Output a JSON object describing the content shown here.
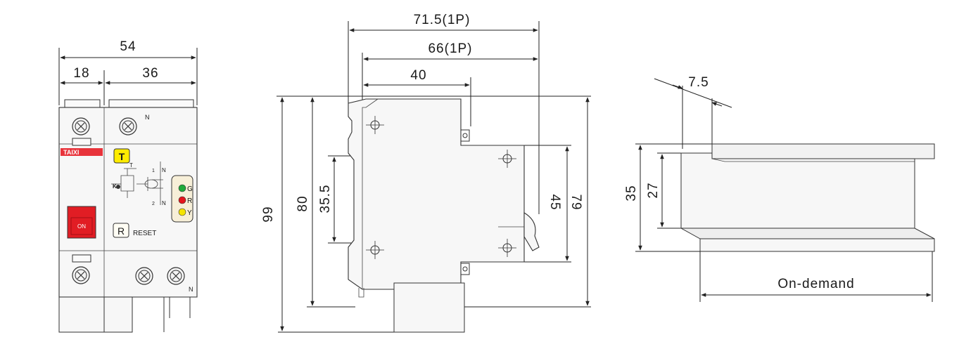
{
  "front_view": {
    "dim_total": "54",
    "dim_left": "18",
    "dim_right": "36",
    "brand": "TAIXI",
    "test_button": "T",
    "reset_button": "R",
    "reset_label": "RESET",
    "switch_label": "ON",
    "terminal_n_top": "N",
    "terminal_n_bottom": "N",
    "schematic_n_top": "N",
    "schematic_n_bottom": "N",
    "schematic_num_1": "1",
    "schematic_num_2": "2",
    "schematic_k": "K",
    "schematic_t": "T",
    "led_green": "G",
    "led_red": "R",
    "led_yellow": "Y",
    "colors": {
      "brand_red": "#e8333b",
      "switch_red": "#e11d24",
      "test_yellow": "#ffec00",
      "led_green": "#1faa3a",
      "led_red": "#e5161d",
      "led_yellow": "#f5e400"
    }
  },
  "side_view": {
    "dim_width_1p": "71.5(1P)",
    "dim_depth_1p": "66(1P)",
    "dim_40": "40",
    "dim_99": "99",
    "dim_80": "80",
    "dim_35_5": "35.5",
    "dim_45": "45",
    "dim_79": "79"
  },
  "rail_view": {
    "dim_7_5": "7.5",
    "dim_35": "35",
    "dim_27": "27",
    "length_label": "On-demand"
  }
}
